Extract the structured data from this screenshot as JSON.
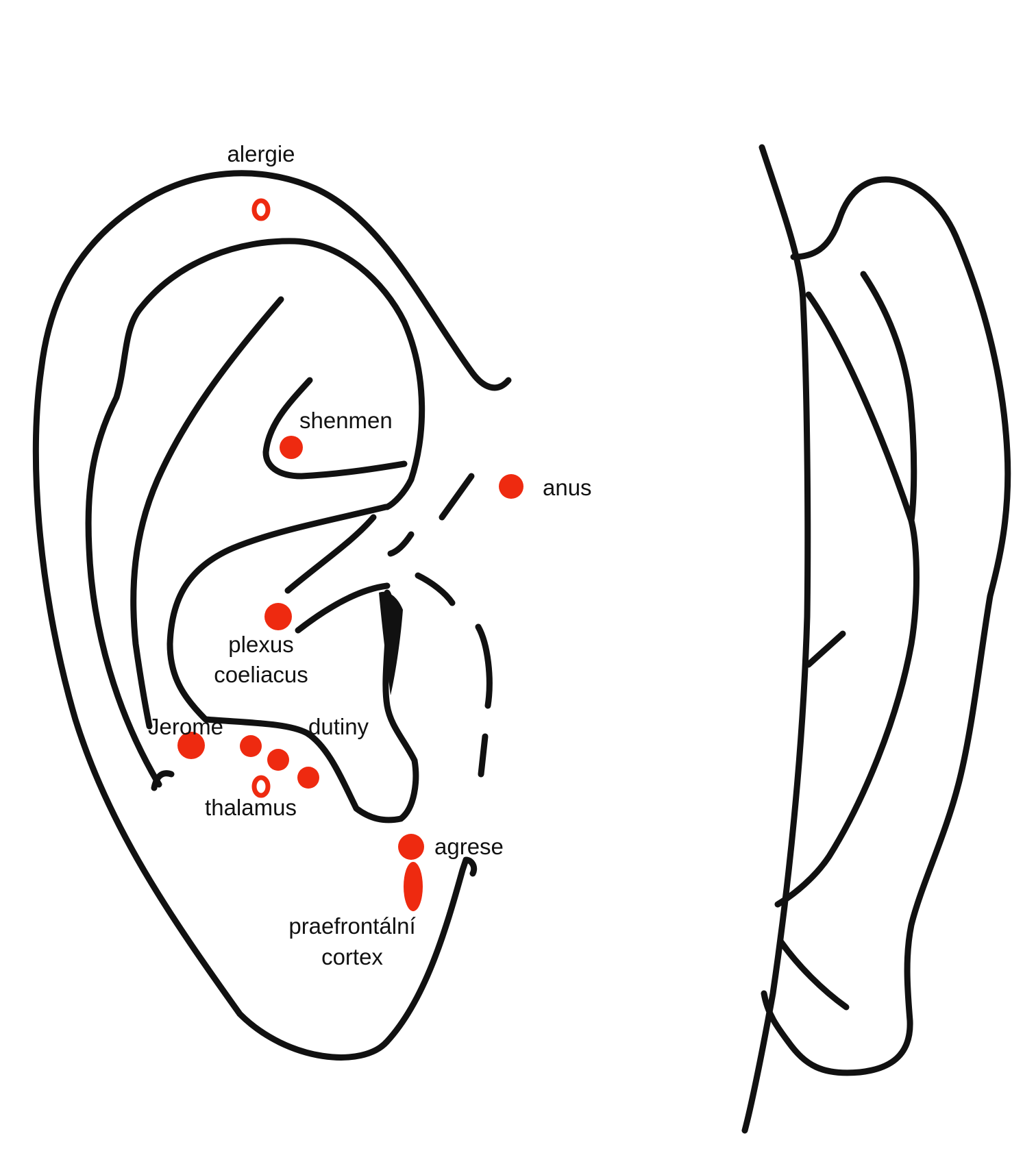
{
  "colors": {
    "point": "#ee2a10",
    "outline": "#111111",
    "background": "#ffffff"
  },
  "labels": {
    "alergie": "alergie",
    "shenmen": "shenmen",
    "anus": "anus",
    "plexus_line1": "plexus",
    "plexus_line2": "coeliacus",
    "jerome": "Jerome",
    "dutiny": "dutiny",
    "thalamus": "thalamus",
    "agrese": "agrese",
    "cortex_line1": "praefrontální",
    "cortex_line2": "cortex"
  }
}
